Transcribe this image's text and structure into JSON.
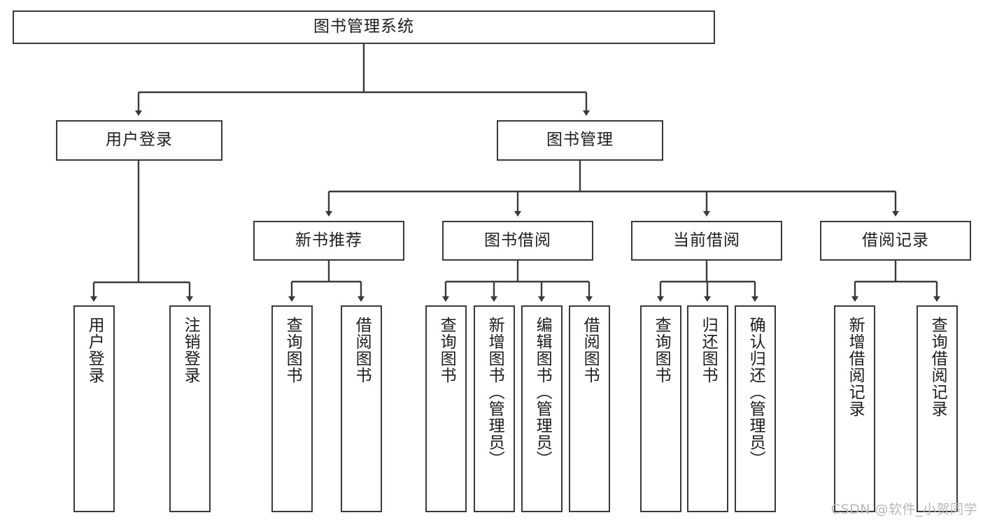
{
  "diagram": {
    "title": "图书管理系统",
    "type": "tree",
    "root": {
      "id": "root",
      "label": "图书管理系统"
    },
    "level2": [
      {
        "id": "user-login",
        "label": "用户登录"
      },
      {
        "id": "book-management",
        "label": "图书管理"
      }
    ],
    "level3": [
      {
        "id": "new-book-recommend",
        "label": "新书推荐",
        "parent": "book-management"
      },
      {
        "id": "book-borrow",
        "label": "图书借阅",
        "parent": "book-management"
      },
      {
        "id": "current-borrow",
        "label": "当前借阅",
        "parent": "book-management"
      },
      {
        "id": "borrow-record",
        "label": "借阅记录",
        "parent": "book-management"
      }
    ],
    "leaves": [
      {
        "id": "leaf-user-login",
        "label": "用户登录",
        "parent": "user-login"
      },
      {
        "id": "leaf-logout",
        "label": "注销登录",
        "parent": "user-login"
      },
      {
        "id": "leaf-query-book-1",
        "label": "查询图书",
        "parent": "new-book-recommend"
      },
      {
        "id": "leaf-borrow-book-1",
        "label": "借阅图书",
        "parent": "new-book-recommend"
      },
      {
        "id": "leaf-query-book-2",
        "label": "查询图书",
        "parent": "book-borrow"
      },
      {
        "id": "leaf-add-book",
        "label": "新增图书（管理员）",
        "parent": "book-borrow"
      },
      {
        "id": "leaf-edit-book",
        "label": "编辑图书（管理员）",
        "parent": "book-borrow"
      },
      {
        "id": "leaf-borrow-book-2",
        "label": "借阅图书",
        "parent": "book-borrow"
      },
      {
        "id": "leaf-query-book-3",
        "label": "查询图书",
        "parent": "current-borrow"
      },
      {
        "id": "leaf-return-book",
        "label": "归还图书",
        "parent": "current-borrow"
      },
      {
        "id": "leaf-confirm-return",
        "label": "确认归还（管理员）",
        "parent": "current-borrow"
      },
      {
        "id": "leaf-add-record",
        "label": "新增借阅记录",
        "parent": "borrow-record"
      },
      {
        "id": "leaf-query-record",
        "label": "查询借阅记录",
        "parent": "borrow-record"
      }
    ],
    "watermark": "CSDN @软件_小贺同学",
    "colors": {
      "border": "#3a3a3a",
      "text": "#1d1d1d",
      "background": "#ffffff",
      "connector": "#3a3a3a",
      "watermark": "#b9b9b9"
    }
  }
}
